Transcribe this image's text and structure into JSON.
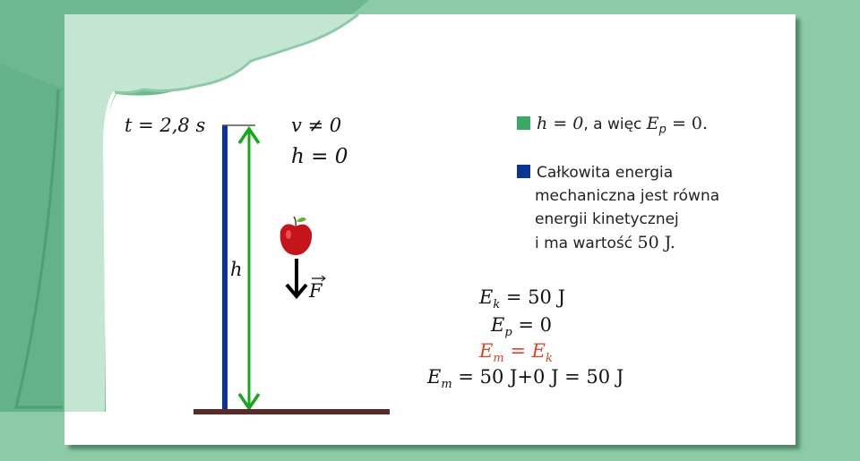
{
  "labels": {
    "time": "t = 2,8 s",
    "velocity": "v ≠ 0",
    "height": "h = 0",
    "height_symbol": "h",
    "force": "F"
  },
  "legend": [
    {
      "color": "#3aa866",
      "math_h": "h = 0",
      "text": ", a więc ",
      "math_ep": "E",
      "sub": "p",
      "math_rest": " = 0."
    },
    {
      "color": "#0b3592",
      "lines": [
        "Całkowita energia",
        "mechaniczna jest równa",
        "energii kinetycznej",
        "i ma wartość "
      ],
      "value": "50 J."
    }
  ],
  "equations": {
    "ek": {
      "E": "E",
      "sub": "k",
      "rest": " = 50 J"
    },
    "ep": {
      "E": "E",
      "sub": "p",
      "rest": " = 0"
    },
    "em_rel": {
      "E": "E",
      "sub": "m",
      "mid": " = ",
      "E2": "E",
      "sub2": "k"
    },
    "em_val": {
      "E": "E",
      "sub": "m",
      "rest": " = 50 J+0 J = 50 J"
    }
  },
  "colors": {
    "accent_red": "#d9452b",
    "green_arrow": "#16a81a",
    "blue_bar": "#0b3592",
    "ground": "#5a2a2a"
  }
}
